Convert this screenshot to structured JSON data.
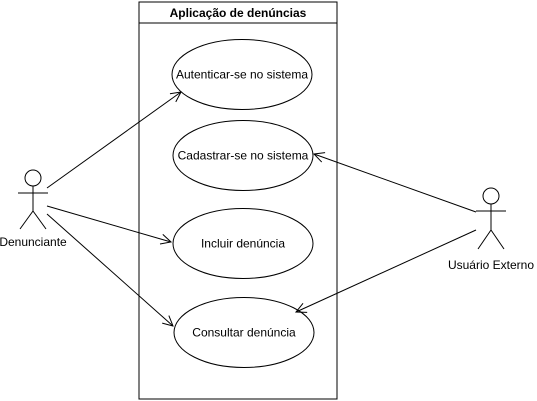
{
  "system": {
    "title": "Aplicação de denúncias"
  },
  "actors": {
    "denunciante": "Denunciante",
    "usuario_externo": "Usuário Externo"
  },
  "use_cases": {
    "autenticar": "Autenticar-se no sistema",
    "cadastrar": "Cadastrar-se no sistema",
    "incluir": "Incluir denúncia",
    "consultar": "Consultar denúncia"
  },
  "colors": {
    "stroke": "#000000",
    "fill": "#ffffff"
  }
}
